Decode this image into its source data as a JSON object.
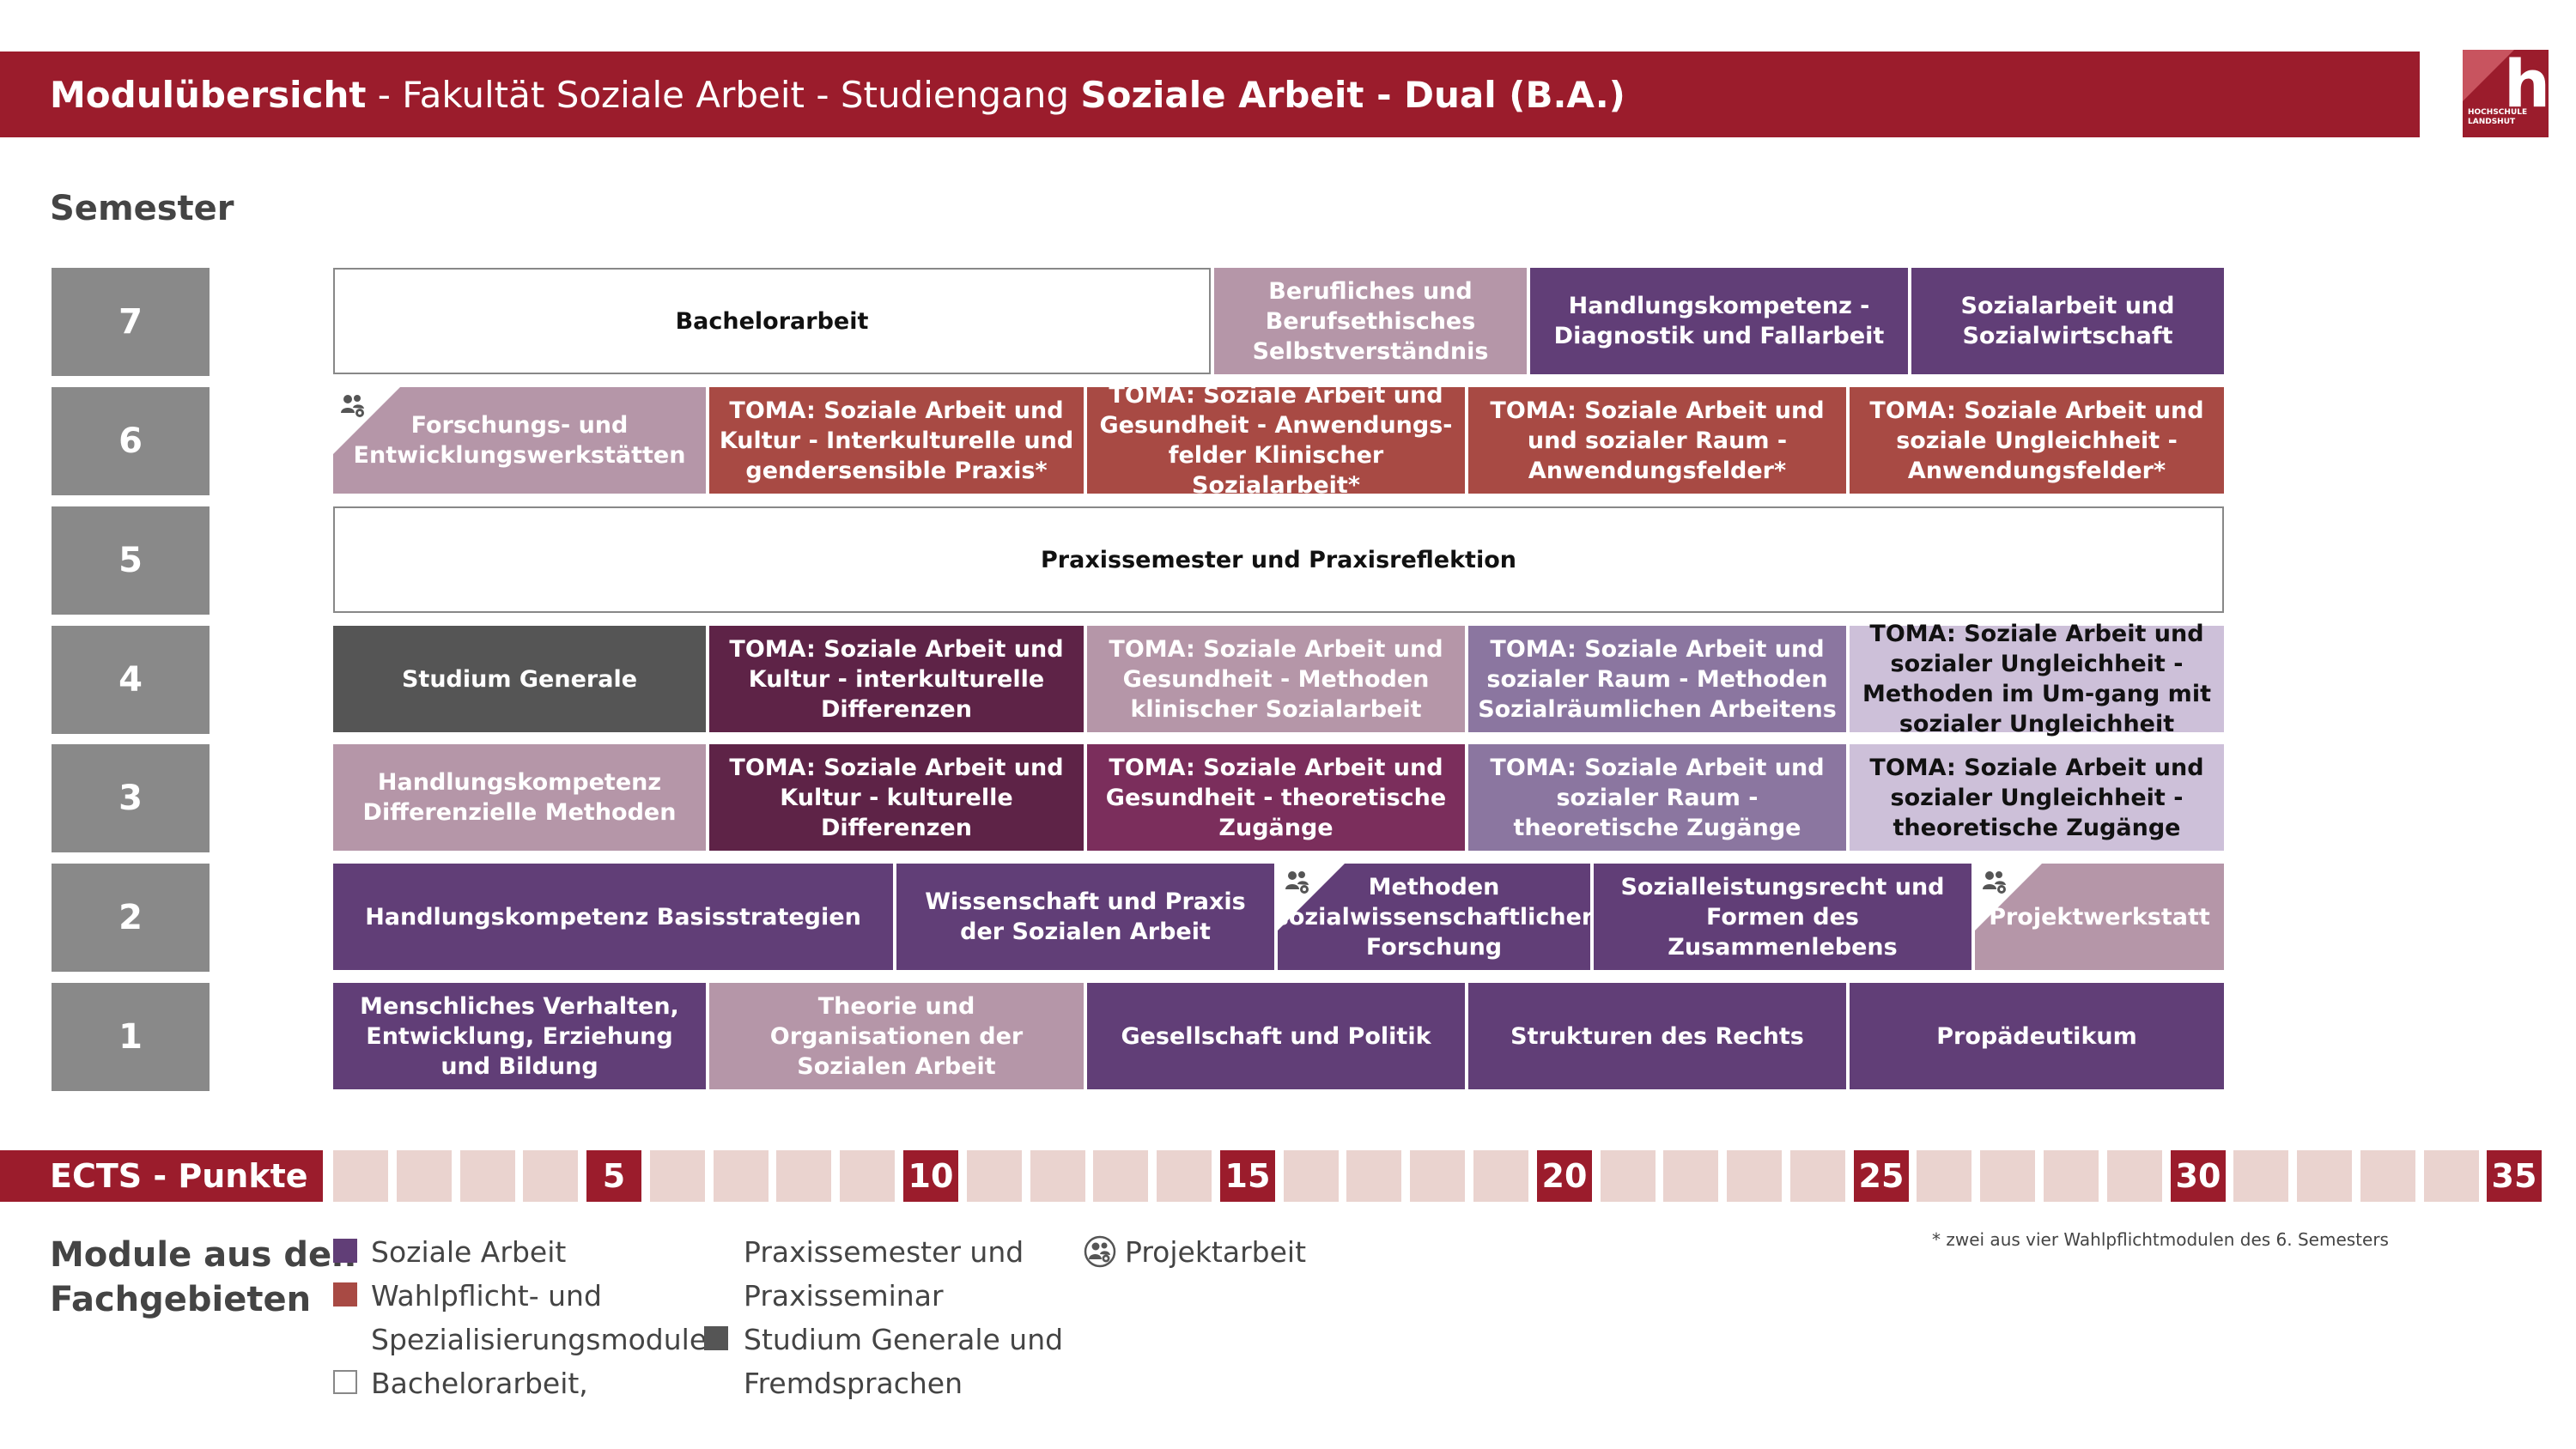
{
  "header": {
    "title_bold": "Modulübersicht",
    "title_mid": " - Fakultät Soziale Arbeit - Studiengang ",
    "title_program": "Soziale Arbeit - Dual (B.A.)"
  },
  "logo": {
    "line1": "HOCHSCHULE",
    "line2": "LANDSHUT",
    "mark": "h"
  },
  "semester_heading": "Semester",
  "semesters": [
    "7",
    "6",
    "5",
    "4",
    "3",
    "2",
    "1"
  ],
  "modules": {
    "s7": [
      "Bachelorarbeit",
      "Berufliches und Berufsethisches Selbstverständnis",
      "Handlungskompetenz - Diagnostik und Fallarbeit",
      "Sozialarbeit und Sozialwirtschaft"
    ],
    "s6": [
      "Forschungs- und Entwicklungswerkstätten",
      "TOMA: Soziale Arbeit und Kultur - Interkulturelle und gendersensible Praxis*",
      "TOMA: Soziale Arbeit und Gesundheit - Anwendungs-felder Klinischer Sozialarbeit*",
      "TOMA: Soziale Arbeit und und sozialer Raum - Anwendungsfelder*",
      "TOMA: Soziale Arbeit und soziale Ungleichheit - Anwendungsfelder*"
    ],
    "s5": [
      "Praxissemester und Praxisreflektion"
    ],
    "s4": [
      "Studium Generale",
      "TOMA: Soziale Arbeit und Kultur - interkulturelle Differenzen",
      "TOMA: Soziale Arbeit und Gesundheit - Methoden klinischer Sozialarbeit",
      "TOMA: Soziale Arbeit und sozialer Raum - Methoden Sozialräumlichen Arbeitens",
      "TOMA: Soziale Arbeit und sozialer Ungleichheit - Methoden im Um-gang mit sozialer Ungleichheit"
    ],
    "s3": [
      "Handlungskompetenz Differenzielle Methoden",
      "TOMA: Soziale Arbeit und Kultur - kulturelle Differenzen",
      "TOMA: Soziale Arbeit und Gesundheit - theoretische Zugänge",
      "TOMA: Soziale Arbeit und sozialer Raum - theoretische Zugänge",
      "TOMA: Soziale Arbeit und sozialer Ungleichheit - theoretische Zugänge"
    ],
    "s2": [
      "Handlungskompetenz Basisstrategien",
      "Wissenschaft und Praxis der Sozialen Arbeit",
      "Methoden sozialwissenschaftlicher Forschung",
      "Sozialleistungsrecht und Formen des Zusammenlebens",
      "Projektwerkstatt"
    ],
    "s1": [
      "Menschliches Verhalten, Entwicklung, Erziehung und Bildung",
      "Theorie und Organisationen der Sozialen Arbeit",
      "Gesellschaft und Politik",
      "Strukturen des Rechts",
      "Propädeutikum"
    ]
  },
  "ects": {
    "label": "ECTS - Punkte",
    "marks": [
      "5",
      "10",
      "15",
      "20",
      "25",
      "30",
      "35"
    ]
  },
  "legend": {
    "title_line1": "Module aus den",
    "title_line2": "Fachgebieten",
    "soziale_arbeit": "Soziale Arbeit",
    "wahlpflicht_1": "Wahlpflicht- und",
    "wahlpflicht_2": "Spezialisierungsmodule",
    "bachelor": "Bachelorarbeit,",
    "praxis_1": "Praxissemester und",
    "praxis_2": "Praxisseminar",
    "studium_1": "Studium Generale und",
    "studium_2": "Fremdsprachen",
    "projekt": "Projektarbeit"
  },
  "footnote": "* zwei aus vier Wahlpflichtmodulen des 6. Semesters",
  "colors": {
    "brand": "#9b1c2c",
    "soziale_arbeit": "#613e77",
    "wahlpflicht": "#a84a44",
    "studium_generale": "#555555",
    "semester_box": "#898989",
    "ects_empty": "#ead3cf"
  },
  "icons": {
    "project": "project-group-icon"
  }
}
